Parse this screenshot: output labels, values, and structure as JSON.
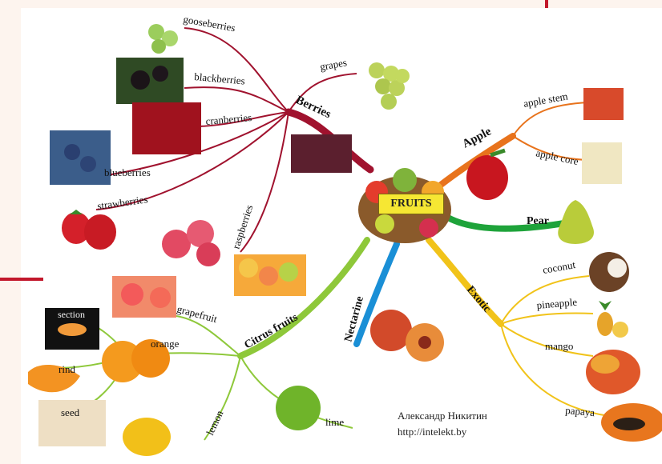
{
  "center": {
    "label": "FRUITS"
  },
  "branches": {
    "berries": "Berries",
    "apple": "Apple",
    "pear": "Pear",
    "exotic": "Exotic",
    "nectarine": "Nectarine",
    "citrus": "Citrus fruits"
  },
  "leaves": {
    "gooseberries": "gooseberries",
    "blackberries": "blackberries",
    "cranberries": "cranberries",
    "blueberries": "blueberries",
    "strawberries": "strawberries",
    "raspberries": "raspberries",
    "grapes": "grapes",
    "apple_stem": "apple stem",
    "apple_core": "apple core",
    "coconut": "coconut",
    "pineapple": "pineapple",
    "mango": "mango",
    "papaya": "papaya",
    "grapefruit": "grapefruit",
    "orange": "orange",
    "lemon": "lemon",
    "lime": "lime",
    "section": "section",
    "rind": "rind",
    "seed": "seed"
  },
  "credit": {
    "author": "Александр Никитин",
    "url": "http://intelekt.by"
  },
  "colors": {
    "berries": "#a0122e",
    "apple": "#e8731c",
    "pear": "#1ea33a",
    "exotic": "#f1c31a",
    "nectarine": "#1a8fd6",
    "citrus": "#8ec83a"
  }
}
